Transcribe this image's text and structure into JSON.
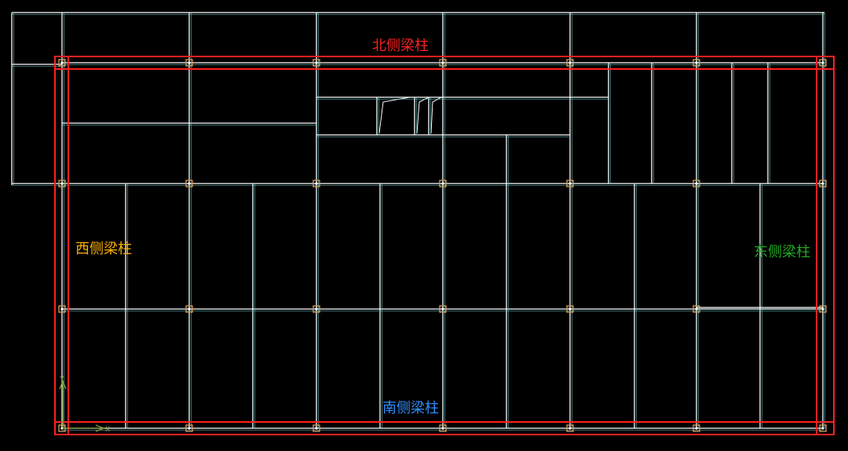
{
  "labels": {
    "north": "北侧梁柱",
    "west": "西侧梁柱",
    "east": "东侧梁柱",
    "south": "南侧梁柱"
  },
  "colors": {
    "background": "#000000",
    "beam_line": "#ffffff",
    "beam_offset": "#6ec8c8",
    "highlight_frame": "#ff2020",
    "column_marker": "#d8a060",
    "north_label": "#ff2020",
    "west_label": "#ffb000",
    "east_label": "#22aa22",
    "south_label": "#2f8fff",
    "ucs_axis": "#7fa040"
  },
  "ucs": {
    "x_label": "X",
    "y_label": "Y"
  }
}
